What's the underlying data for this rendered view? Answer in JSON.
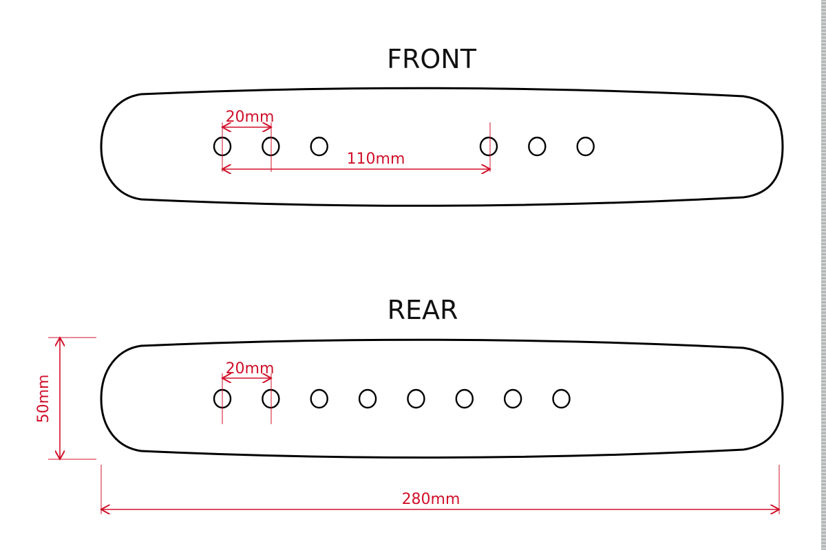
{
  "colors": {
    "outline": "#000000",
    "dimension": "#d0102a"
  },
  "front": {
    "title": "FRONT",
    "hole_offsets_mm": [
      0,
      20,
      40,
      110,
      130,
      150
    ],
    "dim_spacing_label": "20mm",
    "dim_span_label": "110mm"
  },
  "rear": {
    "title": "REAR",
    "hole_offsets_mm": [
      0,
      20,
      40,
      60,
      80,
      100,
      120,
      140
    ],
    "dim_spacing_label": "20mm",
    "height_label": "50mm",
    "length_label": "280mm"
  },
  "overall": {
    "length_mm": 280,
    "height_mm": 50
  }
}
